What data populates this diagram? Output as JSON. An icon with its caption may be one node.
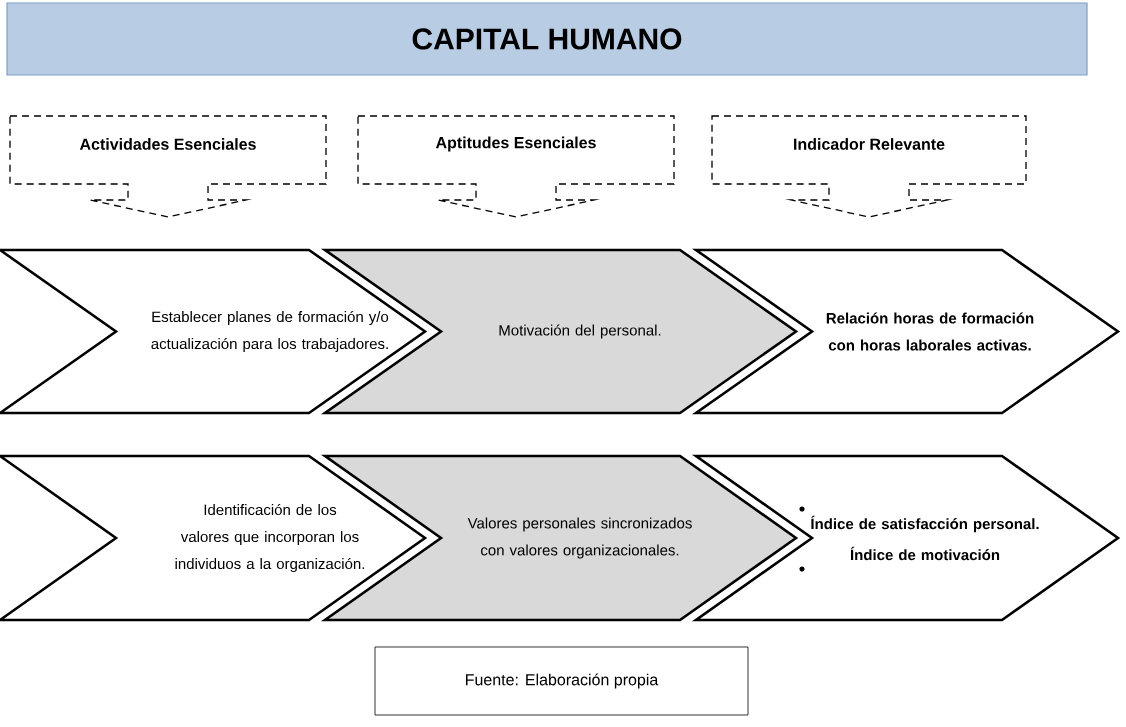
{
  "diagram": {
    "nodes": [
      {
        "text": [
          "CAPITAL HUMANO"
        ]
      },
      {
        "text": [
          "Actividades Esenciales"
        ]
      },
      {
        "text": [
          "Aptitudes Esenciales"
        ]
      },
      {
        "text": [
          "Indicador Relevante"
        ]
      },
      {
        "text": [
          "Establecer planes de formación y/o actualización para los trabajadores."
        ]
      },
      {
        "text": [
          "Motivación del personal."
        ]
      },
      {
        "text": [
          "Relación horas de formación con horas laborales activas."
        ]
      },
      {
        "text": [
          "Identificación de los valores que incorporan los individuos a la organización."
        ]
      },
      {
        "text": [
          "Valores personales sincronizados con valores organizacionales."
        ]
      },
      {
        "text": [
          "Índice de satisfacción personal.",
          "Índice de motivación"
        ]
      },
      {
        "text": [
          "Fuente: Elaboración propia"
        ]
      }
    ]
  }
}
